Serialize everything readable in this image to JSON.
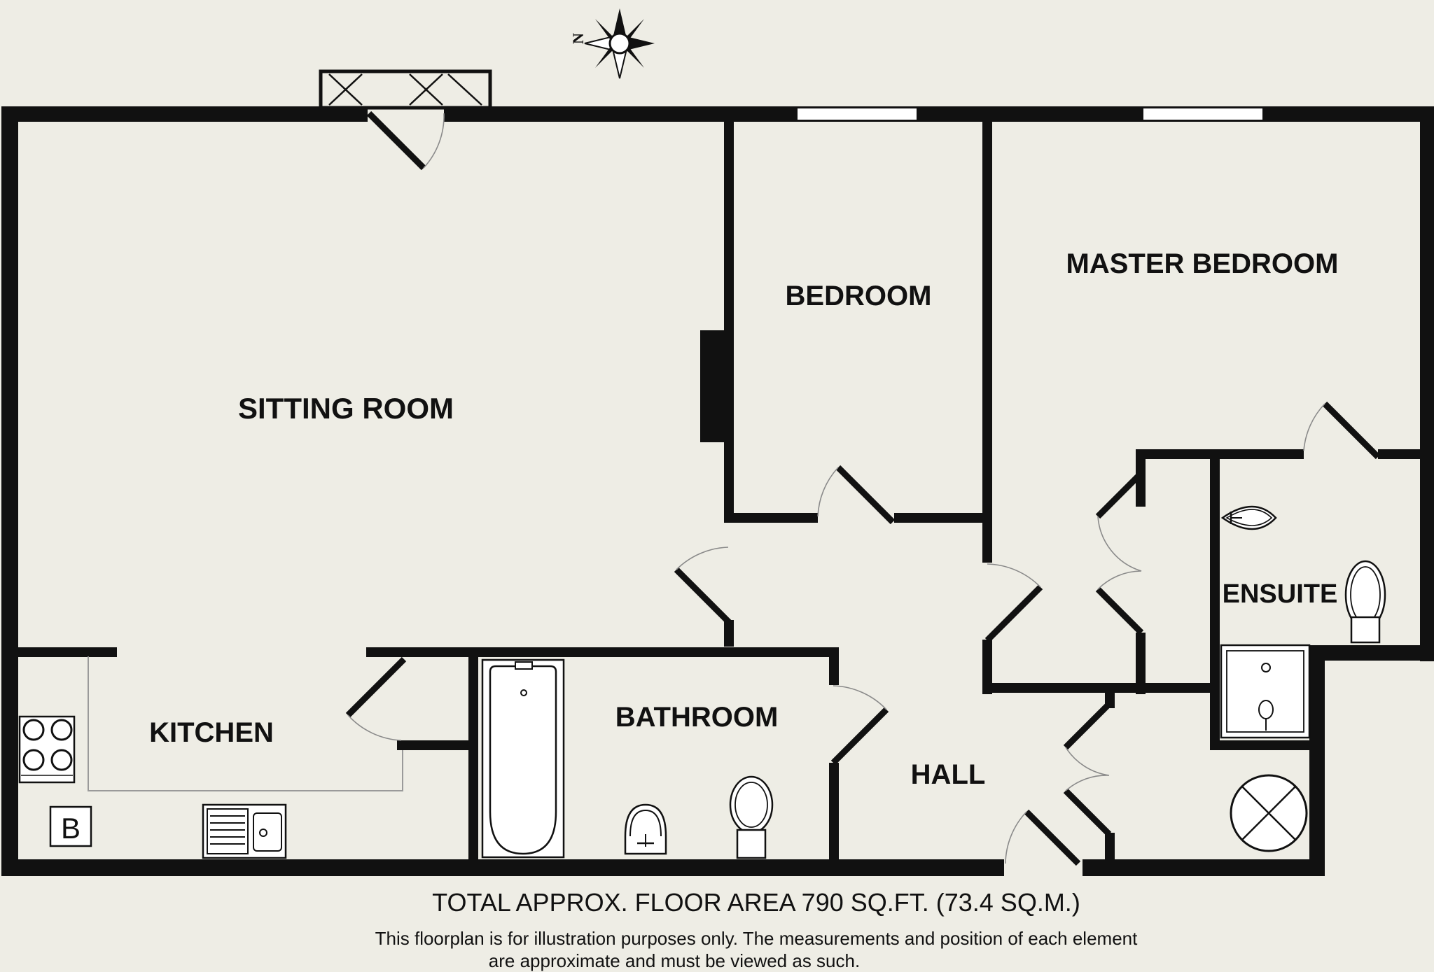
{
  "rooms": {
    "sitting_room": "SITTING ROOM",
    "bedroom": "BEDROOM",
    "master_bedroom": "MASTER BEDROOM",
    "ensuite": "ENSUITE",
    "kitchen": "KITCHEN",
    "bathroom": "BATHROOM",
    "hall": "HALL"
  },
  "boiler_label": "B",
  "compass_letter": "N",
  "footer": {
    "area": "TOTAL APPROX. FLOOR AREA 790 SQ.FT. (73.4 SQ.M.)",
    "disclaimer_line1": "This floorplan is for illustration purposes only. The measurements and position of each element",
    "disclaimer_line2": "are approximate and must be viewed as such."
  },
  "colors": {
    "background": "#eeede5",
    "walls": "#111111"
  },
  "icons": [
    "compass-rose-icon",
    "hob-icon",
    "sink-icon",
    "bath-icon",
    "washbasin-icon",
    "toilet-icon",
    "shower-tray-icon",
    "cylinder-icon"
  ]
}
